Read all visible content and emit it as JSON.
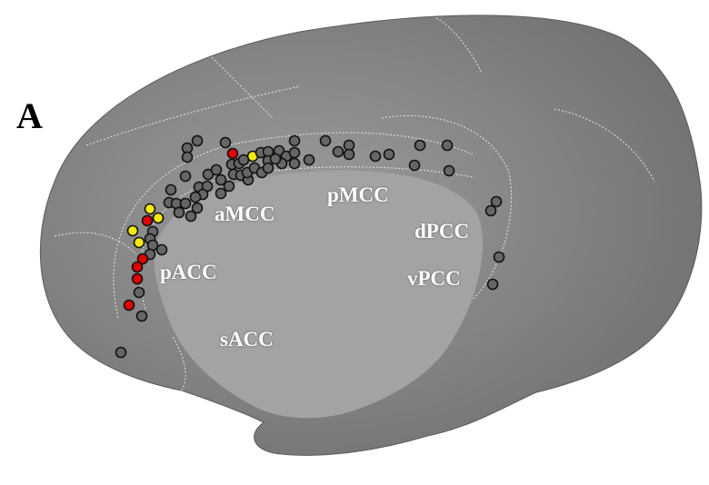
{
  "panel_label": "A",
  "regions": {
    "aMCC": "aMCC",
    "pMCC": "pMCC",
    "dPCC": "dPCC",
    "vPCC": "vPCC",
    "pACC": "pACC",
    "sACC": "sACC"
  },
  "colors": {
    "gray": "#666666",
    "red": "#e00000",
    "yellow": "#f5ea10",
    "outline": "#111111"
  }
}
